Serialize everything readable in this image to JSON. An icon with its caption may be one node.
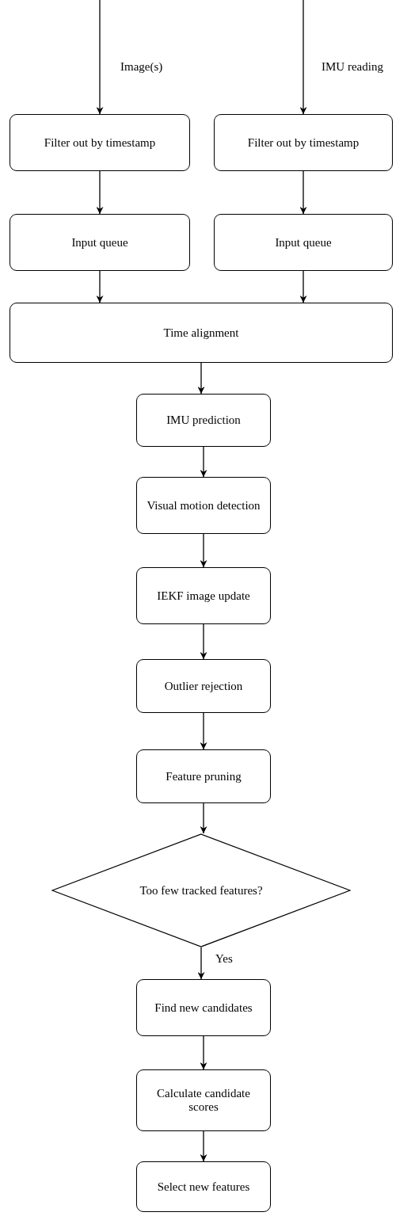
{
  "diagram": {
    "nodes": [
      {
        "text": [
          "Filter out by timestamp"
        ]
      },
      {
        "text": [
          "Filter out by timestamp"
        ]
      },
      {
        "text": [
          "Input queue"
        ]
      },
      {
        "text": [
          "Input queue"
        ]
      },
      {
        "text": [
          "Time alignment"
        ]
      },
      {
        "text": [
          "IMU prediction"
        ]
      },
      {
        "text": [
          "Visual motion detection"
        ]
      },
      {
        "text": [
          "IEKF image update"
        ]
      },
      {
        "text": [
          "Outlier rejection"
        ]
      },
      {
        "text": [
          "Feature pruning"
        ]
      },
      {
        "text": [
          "Too few tracked features?"
        ]
      },
      {
        "text": [
          "Find new candidates"
        ]
      },
      {
        "text": [
          "Calculate candidate scores"
        ]
      },
      {
        "text": [
          "Select new features"
        ]
      }
    ],
    "edges": [
      {
        "from": null,
        "to": 0,
        "arrow": "to",
        "label": "Image(s)"
      },
      {
        "from": null,
        "to": 1,
        "arrow": "to",
        "label": "IMU reading"
      },
      {
        "from": 0,
        "to": 2,
        "arrow": "to"
      },
      {
        "from": 1,
        "to": 3,
        "arrow": "to"
      },
      {
        "from": 2,
        "to": 4,
        "arrow": "to"
      },
      {
        "from": 3,
        "to": 4,
        "arrow": "to"
      },
      {
        "from": 4,
        "to": 5,
        "arrow": "to"
      },
      {
        "from": 5,
        "to": 6,
        "arrow": "to"
      },
      {
        "from": 6,
        "to": 7,
        "arrow": "to"
      },
      {
        "from": 7,
        "to": 8,
        "arrow": "to"
      },
      {
        "from": 8,
        "to": 9,
        "arrow": "to"
      },
      {
        "from": 9,
        "to": 10,
        "arrow": "to"
      },
      {
        "from": 10,
        "to": 11,
        "arrow": "to",
        "label": "Yes"
      },
      {
        "from": 11,
        "to": 12,
        "arrow": "to"
      },
      {
        "from": 12,
        "to": 13,
        "arrow": "to"
      }
    ]
  }
}
